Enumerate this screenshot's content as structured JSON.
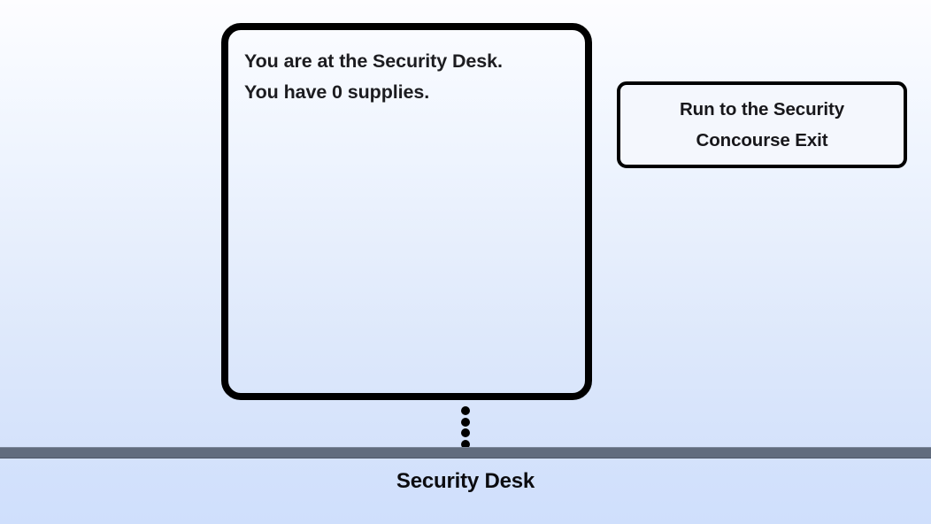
{
  "scene": {
    "status_text": "You are at the Security Desk.\nYou have 0 supplies.",
    "status_line_1": "You are at the Security Desk.",
    "status_line_2": "You have 0 supplies.",
    "supplies_count": "0",
    "location_name": "Security Desk"
  },
  "actions": {
    "primary": {
      "label": "Run to the Security Concourse Exit"
    }
  },
  "connector": {
    "dots": [
      "dot",
      "dot",
      "dot",
      "dot"
    ]
  },
  "colors": {
    "panel_border": "#000000",
    "button_border": "#000000",
    "button_fill": "#f4f7fd",
    "ground_bar": "#616c7e",
    "text": "#1c1c20",
    "background_top": "#fdfdff",
    "background_bottom": "#cfdffc"
  }
}
